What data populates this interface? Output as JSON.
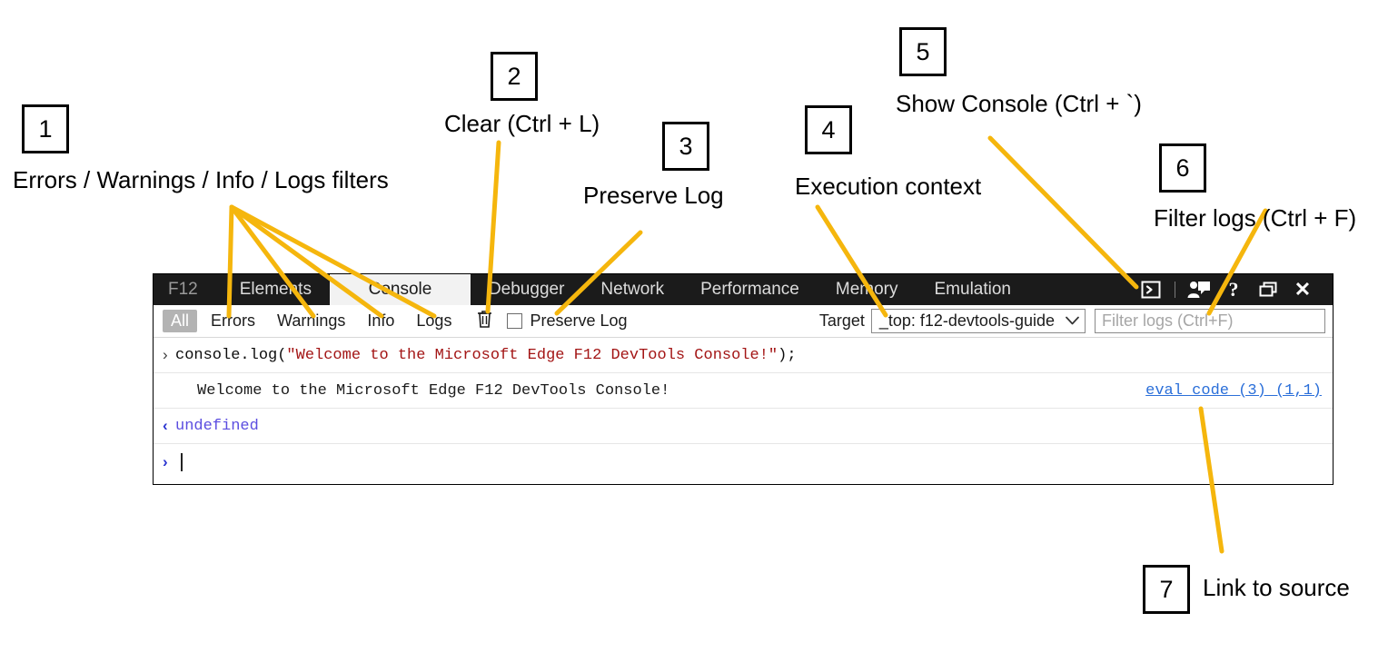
{
  "devtools": {
    "tabs": [
      {
        "label": "F12",
        "active": false,
        "brand": true
      },
      {
        "label": "Elements",
        "active": false
      },
      {
        "label": "Console",
        "active": true
      },
      {
        "label": "Debugger",
        "active": false
      },
      {
        "label": "Network",
        "active": false
      },
      {
        "label": "Performance",
        "active": false
      },
      {
        "label": "Memory",
        "active": false
      },
      {
        "label": "Emulation",
        "active": false
      }
    ],
    "titlebar_icons": [
      {
        "name": "show-console-icon",
        "glyph": "❯",
        "title": "Show Console (Ctrl + `)"
      },
      {
        "name": "feedback-icon",
        "glyph": "🗩",
        "title": "Send feedback"
      },
      {
        "name": "help-icon",
        "glyph": "?",
        "title": "Help"
      },
      {
        "name": "undock-icon",
        "glyph": "❐",
        "title": "Restore"
      },
      {
        "name": "close-icon",
        "glyph": "✕",
        "title": "Close"
      }
    ],
    "toolbar": {
      "filters": [
        {
          "label": "All",
          "selected": true
        },
        {
          "label": "Errors",
          "selected": false
        },
        {
          "label": "Warnings",
          "selected": false
        },
        {
          "label": "Info",
          "selected": false
        },
        {
          "label": "Logs",
          "selected": false
        }
      ],
      "clear_icon": "trash-icon",
      "preserve_log_label": "Preserve Log",
      "preserve_log_checked": false,
      "target_label": "Target",
      "target_value": "_top: f12-devtools-guide",
      "target_caret": "⌄",
      "filter_placeholder": "Filter logs (Ctrl+F)"
    },
    "console": {
      "rows": [
        {
          "type": "input",
          "gutter": "›",
          "code_prefix": "console.log(",
          "code_string": "\"Welcome to the Microsoft Edge F12 DevTools Console!\"",
          "code_suffix": ");"
        },
        {
          "type": "output",
          "gutter": "",
          "text": "Welcome to the Microsoft Edge F12 DevTools Console!",
          "source_link": "eval code (3) (1,1)"
        },
        {
          "type": "result",
          "gutter": "‹",
          "text": "undefined"
        },
        {
          "type": "prompt",
          "gutter": "›",
          "text": ""
        }
      ]
    }
  },
  "annotations": {
    "accent_color": "#F5B60D",
    "items": [
      {
        "number": "1",
        "text": "Errors / Warnings / Info / Logs filters"
      },
      {
        "number": "2",
        "text": "Clear (Ctrl + L)"
      },
      {
        "number": "3",
        "text": "Preserve Log"
      },
      {
        "number": "4",
        "text": "Execution context"
      },
      {
        "number": "5",
        "text": "Show Console (Ctrl + `)"
      },
      {
        "number": "6",
        "text": "Filter logs (Ctrl + F)"
      },
      {
        "number": "7",
        "text": "Link to source"
      }
    ]
  }
}
